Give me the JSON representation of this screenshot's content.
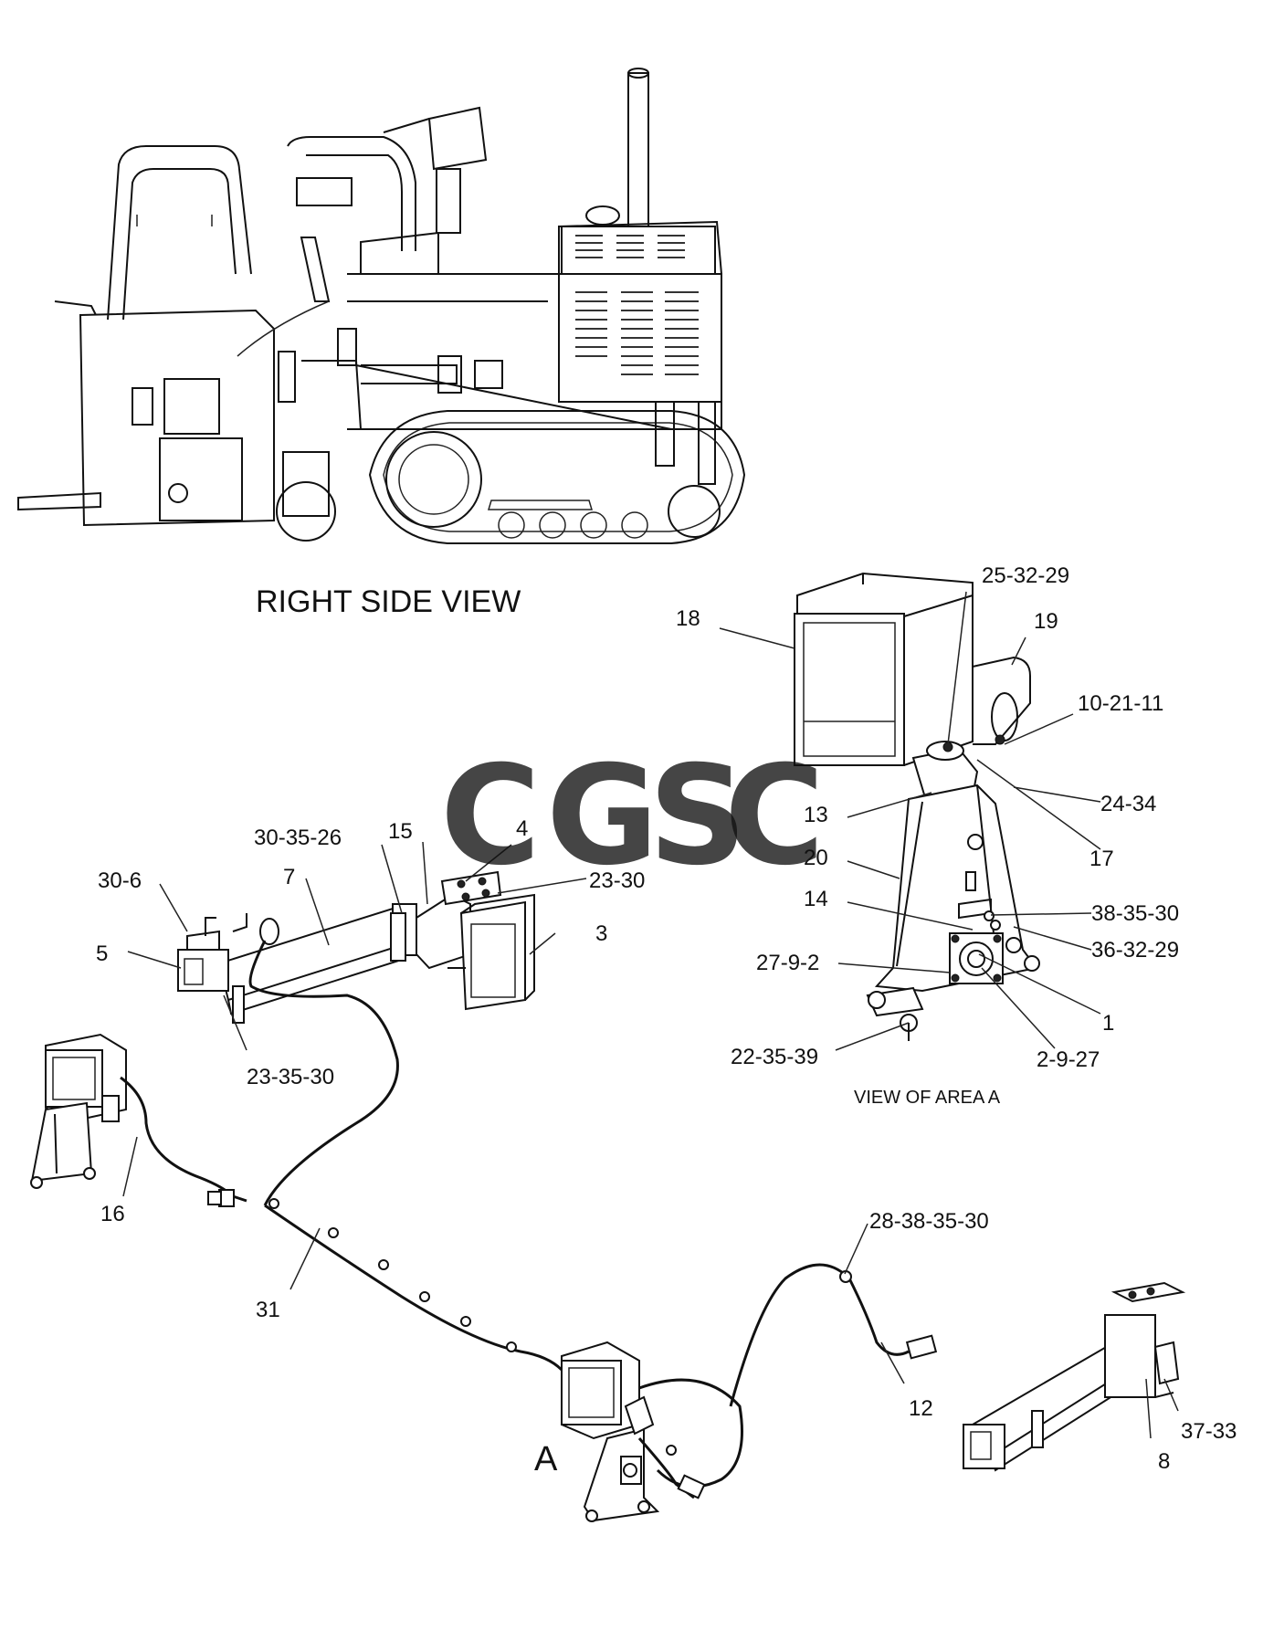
{
  "view_title": "RIGHT SIDE VIEW",
  "detail_title": "VIEW OF AREA A",
  "area_marker": "A",
  "watermark": {
    "letters": [
      "C",
      "G",
      "S",
      "C"
    ],
    "colors": [
      "#6fa6f0",
      "#ef8a80",
      "#f4d36a",
      "#69b98e"
    ]
  },
  "callouts": [
    {
      "text": "25-32-29"
    },
    {
      "text": "18"
    },
    {
      "text": "19"
    },
    {
      "text": "10-21-11"
    },
    {
      "text": "24-34"
    },
    {
      "text": "13"
    },
    {
      "text": "17"
    },
    {
      "text": "20"
    },
    {
      "text": "14"
    },
    {
      "text": "38-35-30"
    },
    {
      "text": "36-32-29"
    },
    {
      "text": "27-9-2"
    },
    {
      "text": "1"
    },
    {
      "text": "22-35-39"
    },
    {
      "text": "2-9-27"
    },
    {
      "text": "30-35-26"
    },
    {
      "text": "15"
    },
    {
      "text": "4"
    },
    {
      "text": "23-30"
    },
    {
      "text": "7"
    },
    {
      "text": "30-6"
    },
    {
      "text": "3"
    },
    {
      "text": "5"
    },
    {
      "text": "23-35-30"
    },
    {
      "text": "16"
    },
    {
      "text": "31"
    },
    {
      "text": "28-38-35-30"
    },
    {
      "text": "12"
    },
    {
      "text": "37-33"
    },
    {
      "text": "8"
    }
  ]
}
